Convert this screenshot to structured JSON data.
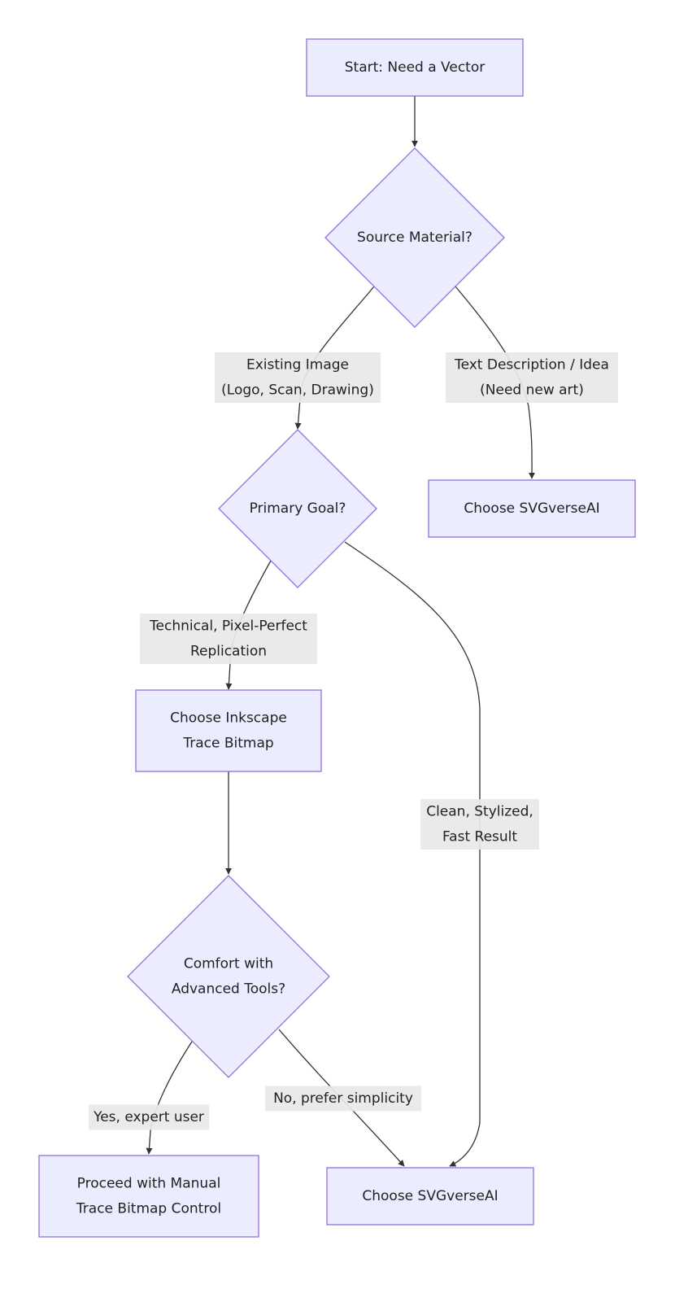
{
  "diagram": {
    "type": "flowchart",
    "direction": "top-down",
    "colors": {
      "node_fill": "#ECECFF",
      "node_stroke": "#9370DB",
      "edge": "#333333",
      "label_bg": "#E8E8E8",
      "text": "#222222"
    },
    "nodes": [
      {
        "id": "start",
        "shape": "rect",
        "lines": [
          "Start: Need a Vector"
        ]
      },
      {
        "id": "source",
        "shape": "diamond",
        "lines": [
          "Source Material?"
        ]
      },
      {
        "id": "svgverse1",
        "shape": "rect",
        "lines": [
          "Choose SVGverseAI"
        ]
      },
      {
        "id": "goal",
        "shape": "diamond",
        "lines": [
          "Primary Goal?"
        ]
      },
      {
        "id": "inkscape",
        "shape": "rect",
        "lines": [
          "Choose Inkscape",
          "Trace Bitmap"
        ]
      },
      {
        "id": "comfort",
        "shape": "diamond",
        "lines": [
          "Comfort with",
          "Advanced Tools?"
        ]
      },
      {
        "id": "manual",
        "shape": "rect",
        "lines": [
          "Proceed with Manual",
          "Trace Bitmap Control"
        ]
      },
      {
        "id": "svgverse2",
        "shape": "rect",
        "lines": [
          "Choose SVGverseAI"
        ]
      }
    ],
    "edges": [
      {
        "from": "start",
        "to": "source",
        "label": []
      },
      {
        "from": "source",
        "to": "goal",
        "label": [
          "Existing Image",
          "(Logo, Scan, Drawing)"
        ]
      },
      {
        "from": "source",
        "to": "svgverse1",
        "label": [
          "Text Description / Idea",
          "(Need new art)"
        ]
      },
      {
        "from": "goal",
        "to": "inkscape",
        "label": [
          "Technical, Pixel-Perfect",
          "Replication"
        ]
      },
      {
        "from": "goal",
        "to": "svgverse2",
        "label": [
          "Clean, Stylized,",
          "Fast Result"
        ]
      },
      {
        "from": "inkscape",
        "to": "comfort",
        "label": []
      },
      {
        "from": "comfort",
        "to": "manual",
        "label": [
          "Yes, expert user"
        ]
      },
      {
        "from": "comfort",
        "to": "svgverse2",
        "label": [
          "No, prefer simplicity"
        ]
      }
    ]
  }
}
